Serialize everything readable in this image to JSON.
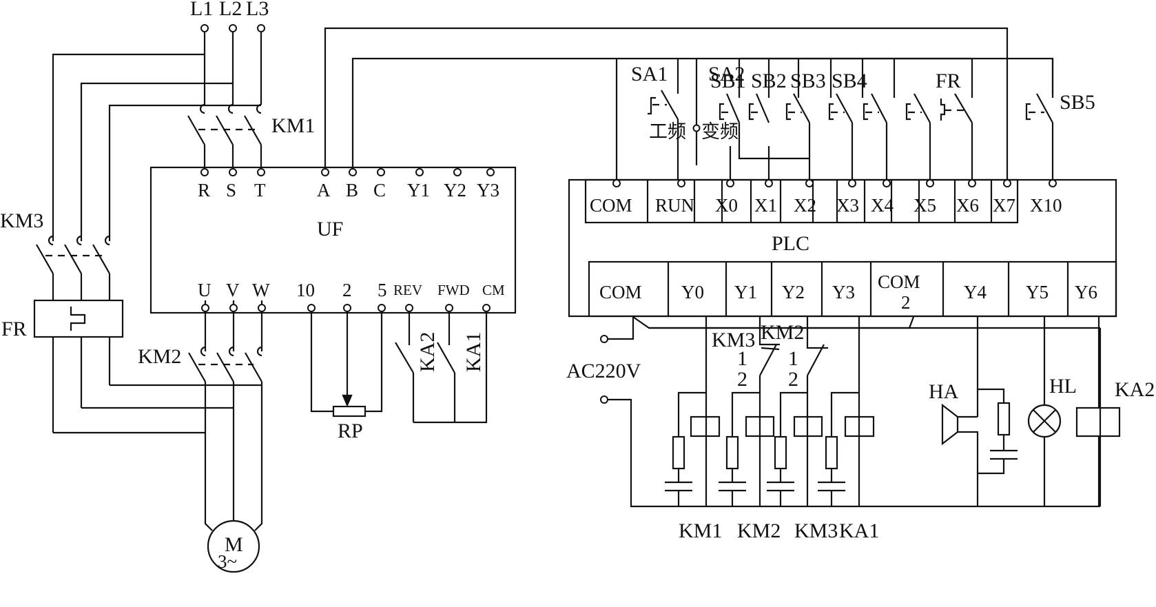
{
  "diagram": {
    "title": "PLC and inverter (UF) power-frequency / variable-frequency motor control circuit",
    "line_color": "#111111",
    "background": "#ffffff"
  },
  "power": {
    "supply_labels": [
      "L1",
      "L2",
      "L3"
    ],
    "km1_label": "KM1",
    "km2_label": "KM2",
    "km3_label": "KM3",
    "fr_label": "FR",
    "motor_label": "M",
    "motor_sub": "3~"
  },
  "inverter": {
    "name": "UF",
    "top_terminals": [
      "R",
      "S",
      "T",
      "A",
      "B",
      "C",
      "Y1",
      "Y2",
      "Y3"
    ],
    "bottom_terminals": [
      "U",
      "V",
      "W",
      "10",
      "2",
      "5",
      "REV",
      "FWD",
      "CM"
    ],
    "rp_label": "RP",
    "ka2_label": "KA2",
    "ka1_label": "KA1"
  },
  "plc": {
    "name": "PLC",
    "input_terminals": [
      "COM",
      "RUN",
      "X0",
      "X1",
      "X2",
      "X3",
      "X4",
      "X5",
      "X6",
      "X7",
      "X10"
    ],
    "output_terminals": [
      "COM",
      "Y0",
      "Y1",
      "Y2",
      "Y3",
      "COM",
      "Y4",
      "Y5",
      "Y6"
    ],
    "com2_sub": "2"
  },
  "inputs": {
    "sa1": "SA1",
    "sa2": "SA2",
    "sa2_pos_power": "工频",
    "sa2_pos_variable": "变频",
    "sb1": "SB1",
    "sb2": "SB2",
    "sb3": "SB3",
    "sb4": "SB4",
    "fr": "FR",
    "sb5": "SB5"
  },
  "outputs": {
    "supply": "AC220V",
    "interlock_km3": "KM3",
    "interlock_km2": "KM2",
    "pin1": "1",
    "pin2": "2",
    "coils": [
      "KM1",
      "KM2",
      "KM3",
      "KA1"
    ],
    "ha": "HA",
    "hl": "HL",
    "ka2": "KA2"
  }
}
